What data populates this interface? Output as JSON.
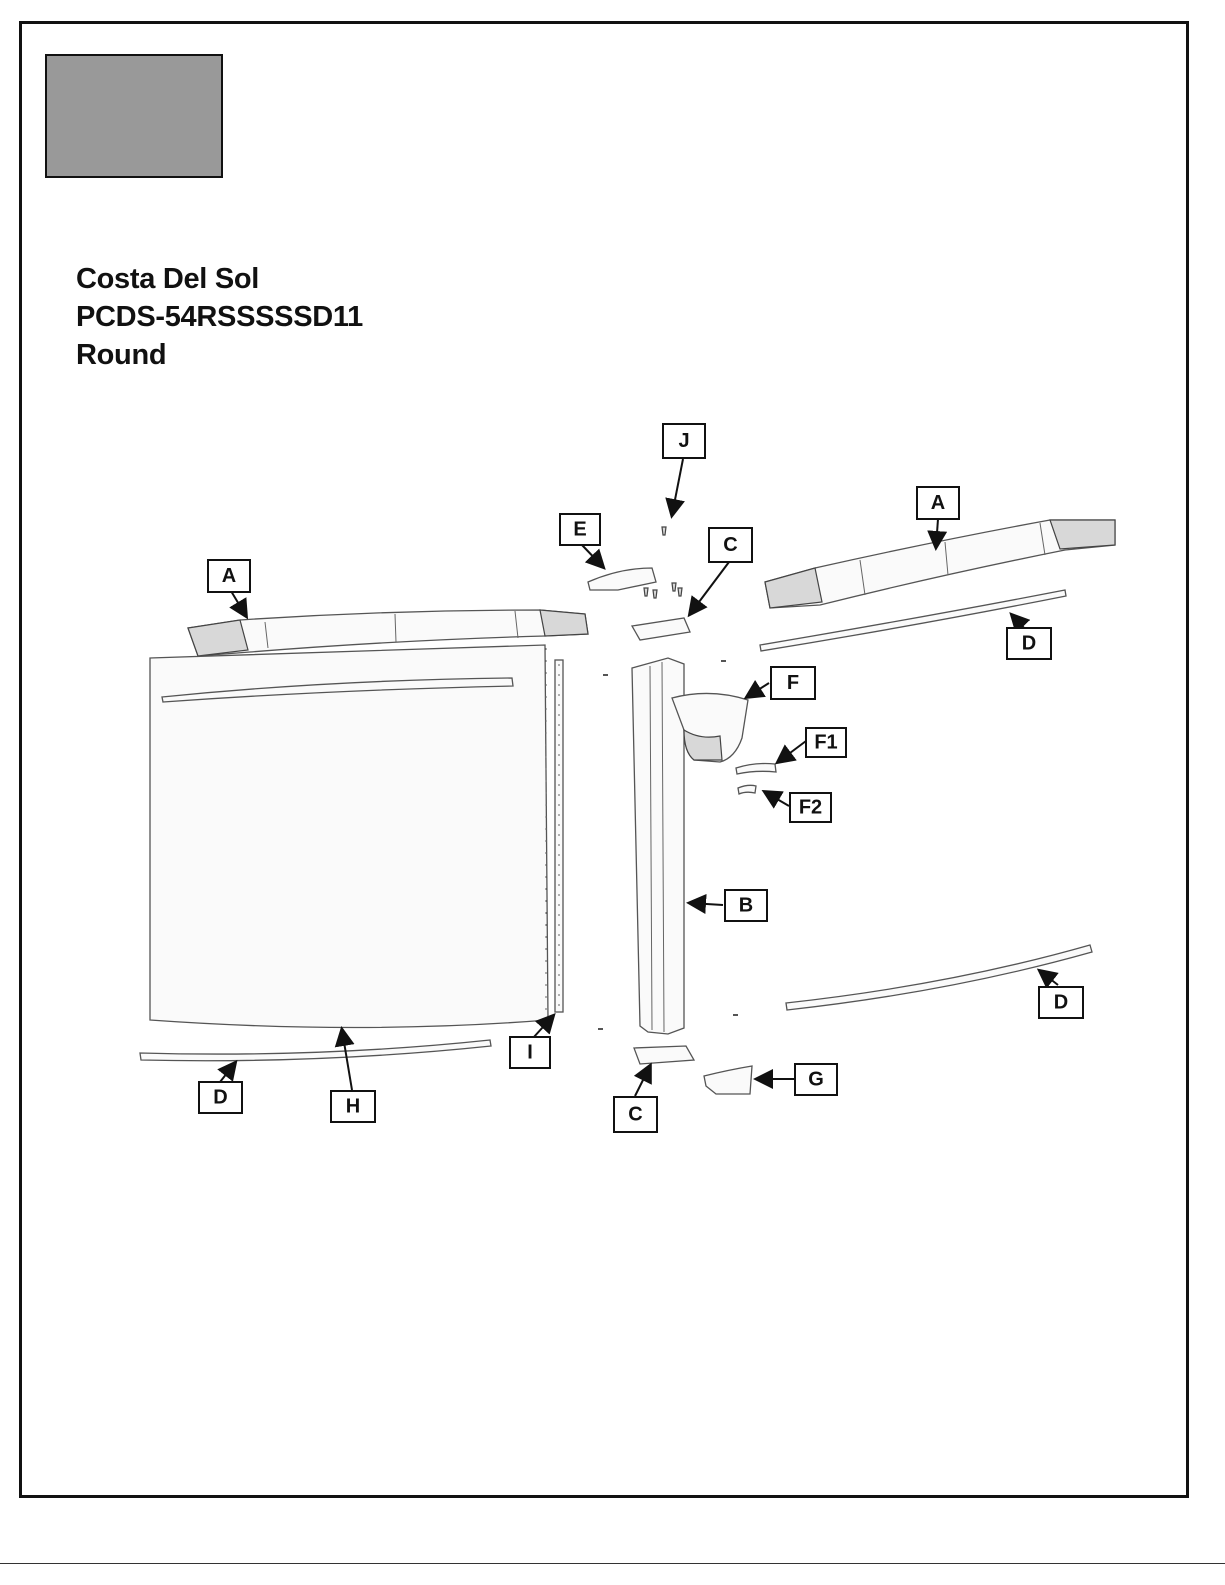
{
  "title": {
    "line1": "Costa Del Sol",
    "line2": "PCDS-54RSSSSSD11",
    "line3": "Round"
  },
  "callouts": {
    "J": "J",
    "E": "E",
    "C_top": "C",
    "A_left": "A",
    "A_right": "A",
    "D_right_top": "D",
    "F": "F",
    "F1": "F1",
    "F2": "F2",
    "B": "B",
    "D_right_bottom": "D",
    "I": "I",
    "D_left": "D",
    "H": "H",
    "C_bottom": "C",
    "G": "G"
  }
}
